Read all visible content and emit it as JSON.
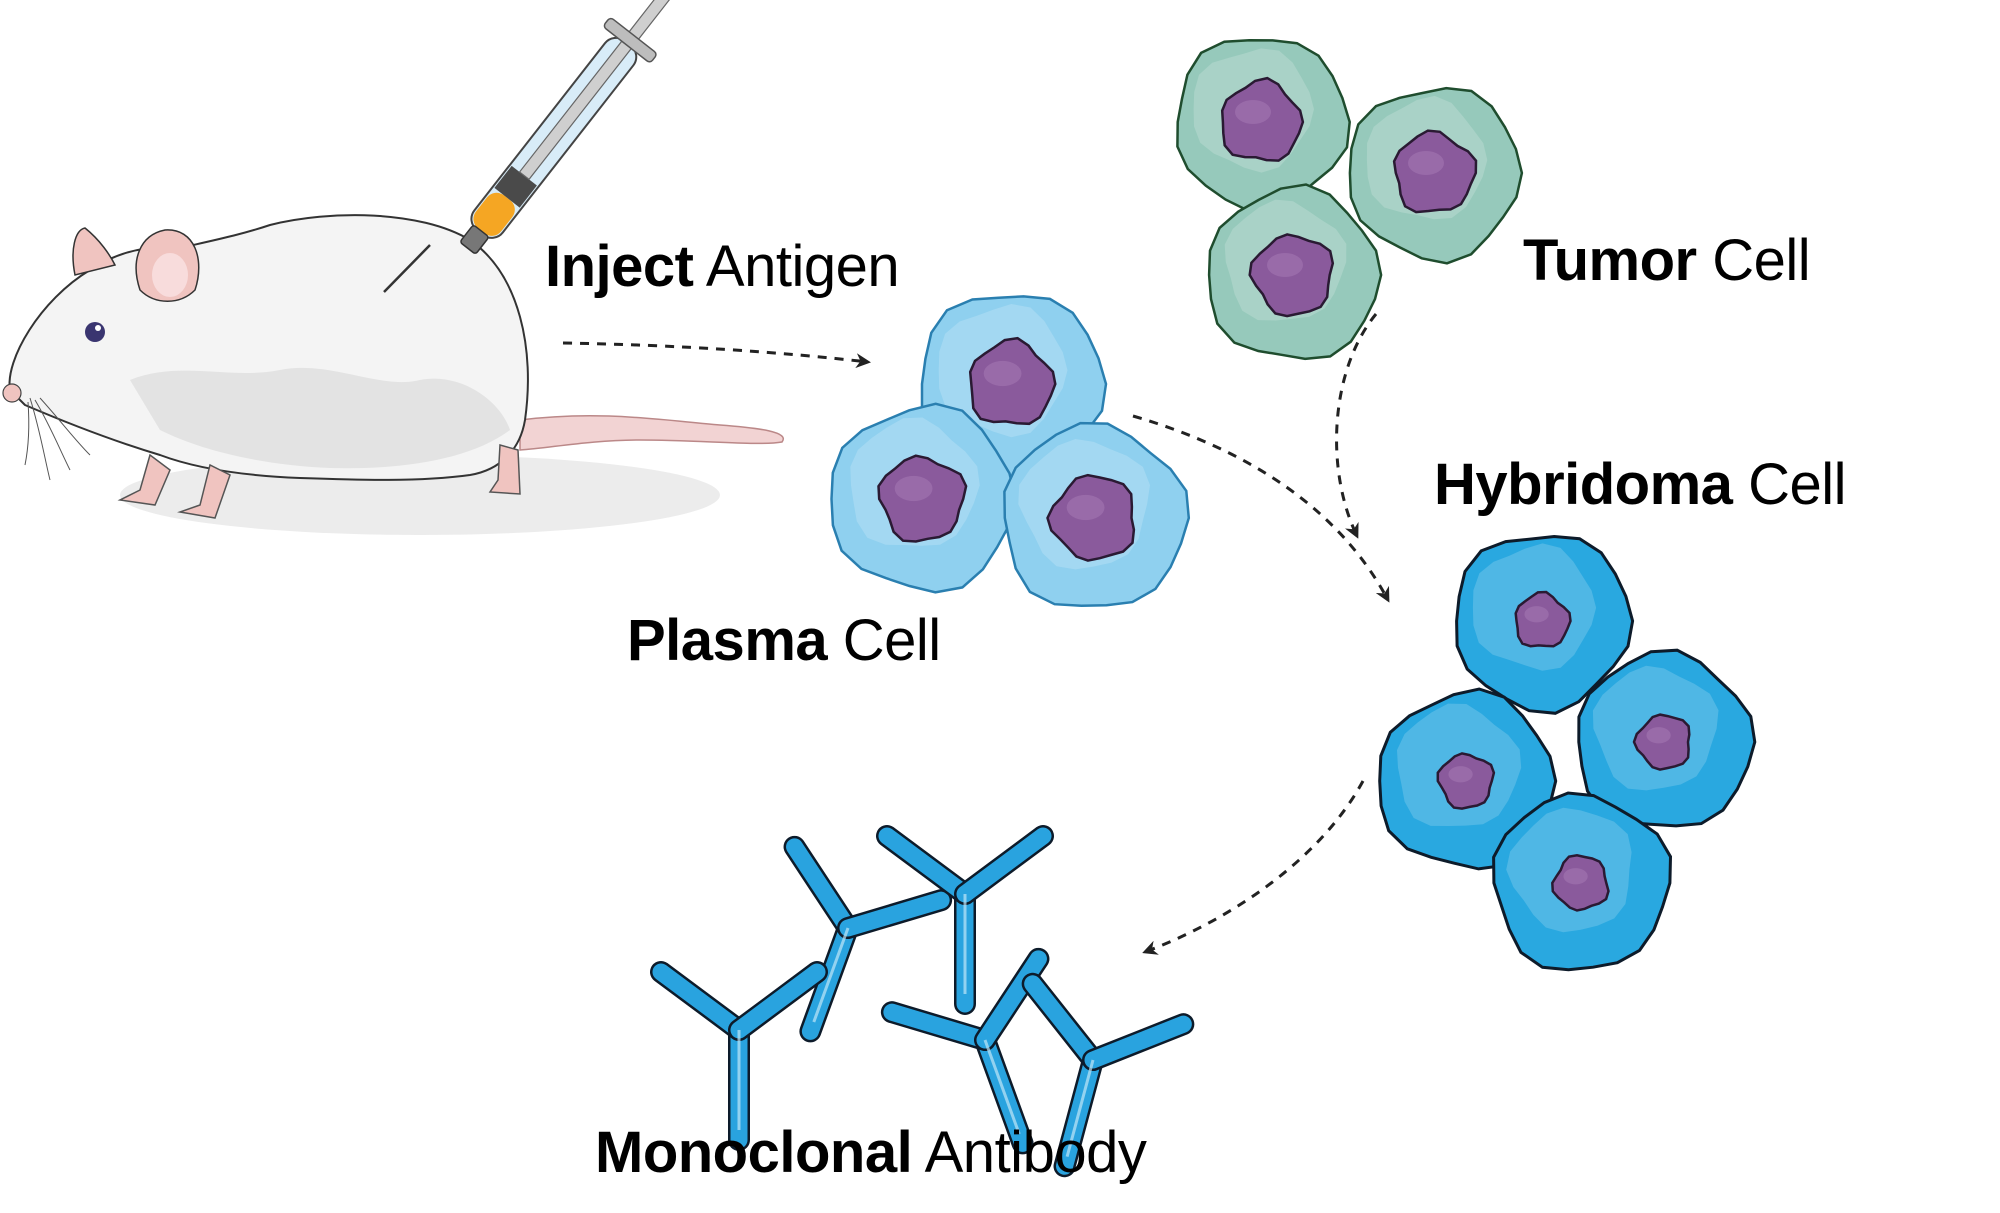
{
  "title": "Monoclonal antibody production via hybridoma technology",
  "labels": {
    "inject": {
      "bold": "Inject",
      "normal": "Antigen"
    },
    "plasma": {
      "bold": "Plasma",
      "normal": "Cell"
    },
    "tumor": {
      "bold": "Tumor",
      "normal": "Cell"
    },
    "hybridoma": {
      "bold": "Hybridoma",
      "normal": "Cell"
    },
    "antibody": {
      "bold": "Monoclonal",
      "normal": "Antibody"
    }
  },
  "steps": [
    {
      "from": "mouse",
      "to": "plasma-cells",
      "style": "dashed-arrow"
    },
    {
      "from": "plasma-cells",
      "to": "hybridoma-cells",
      "style": "dashed-arrow"
    },
    {
      "from": "tumor-cells",
      "to": "hybridoma-cells",
      "style": "dashed-arrow"
    },
    {
      "from": "hybridoma-cells",
      "to": "monoclonal-antibodies",
      "style": "dashed-arrow"
    }
  ],
  "colors": {
    "plasma_cell": "#8fd0ef",
    "plasma_cell_outline": "#2a7fb0",
    "tumor_cell": "#96c9bb",
    "tumor_cell_outline": "#1f4d2e",
    "hybridoma_cell": "#29a8e0",
    "hybridoma_cell_outline": "#0d1b2a",
    "nucleus": "#8a5a9c",
    "antibody": "#29a3df",
    "mouse_body": "#f4f4f4",
    "mouse_pink": "#f0c4c0",
    "syringe_liquid": "#f5a623",
    "arrow": "#222222"
  },
  "counts": {
    "plasma_cells": 3,
    "tumor_cells": 3,
    "hybridoma_cells": 4,
    "antibodies": 5
  }
}
